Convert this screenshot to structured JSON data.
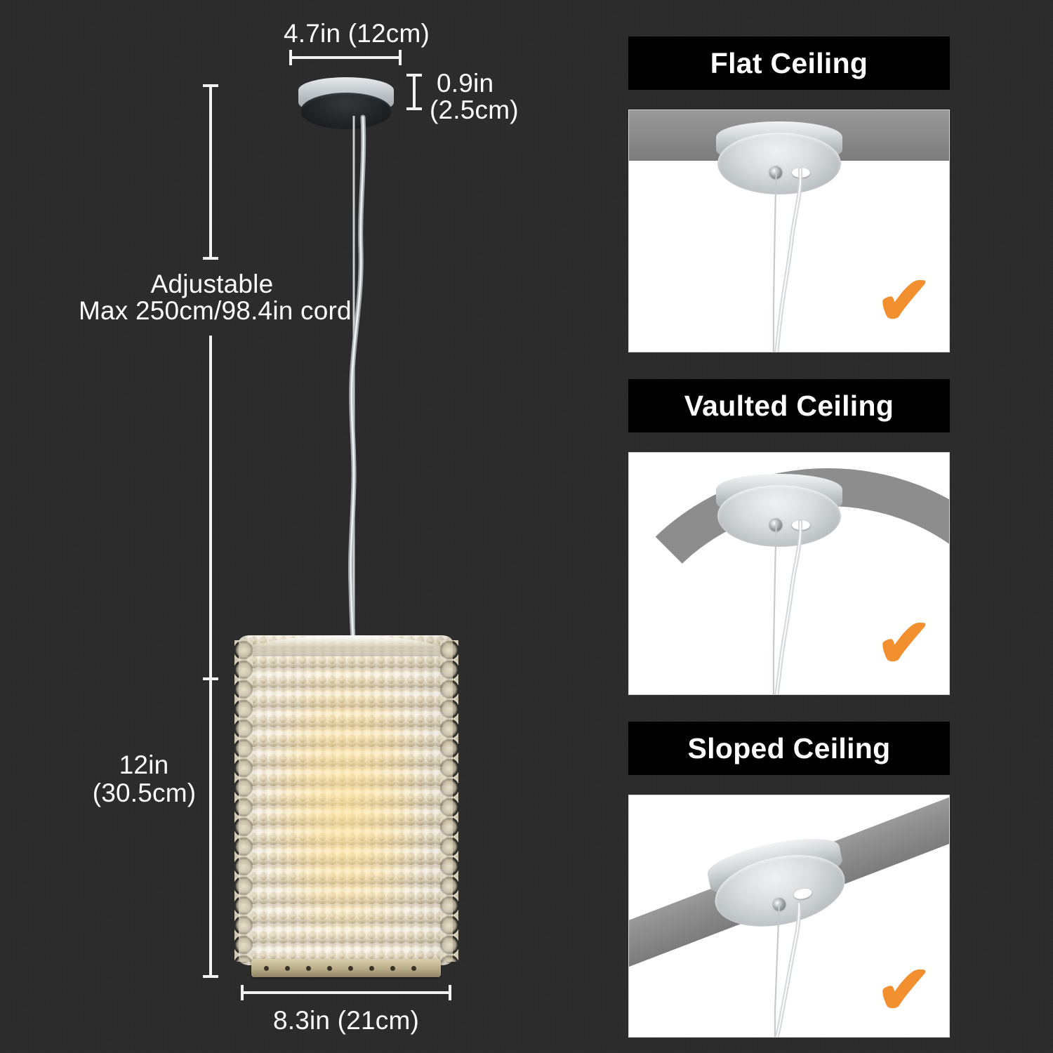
{
  "background_color": "#2b2b2b",
  "accent_color": "#F29030",
  "product": {
    "name": "crystal-beaded-cylinder-pendant-light",
    "dimensions": {
      "canopy_diameter": "4.7in (12cm)",
      "canopy_height_line1": "0.9in",
      "canopy_height_line2": "(2.5cm)",
      "cord_line1": "Adjustable",
      "cord_line2": "Max 250cm/98.4in cord",
      "shade_height_line1": "12in",
      "shade_height_line2": "(30.5cm)",
      "shade_width": "8.3in (21cm)"
    }
  },
  "panels": [
    {
      "id": "flat-ceiling",
      "title": "Flat Ceiling",
      "ceiling_type": "flat",
      "check": "✔",
      "supported": true
    },
    {
      "id": "vaulted-ceiling",
      "title": "Vaulted Ceiling",
      "ceiling_type": "vaulted",
      "check": "✔",
      "supported": true
    },
    {
      "id": "sloped-ceiling",
      "title": "Sloped Ceiling",
      "ceiling_type": "sloped",
      "check": "✔",
      "supported": true
    }
  ]
}
